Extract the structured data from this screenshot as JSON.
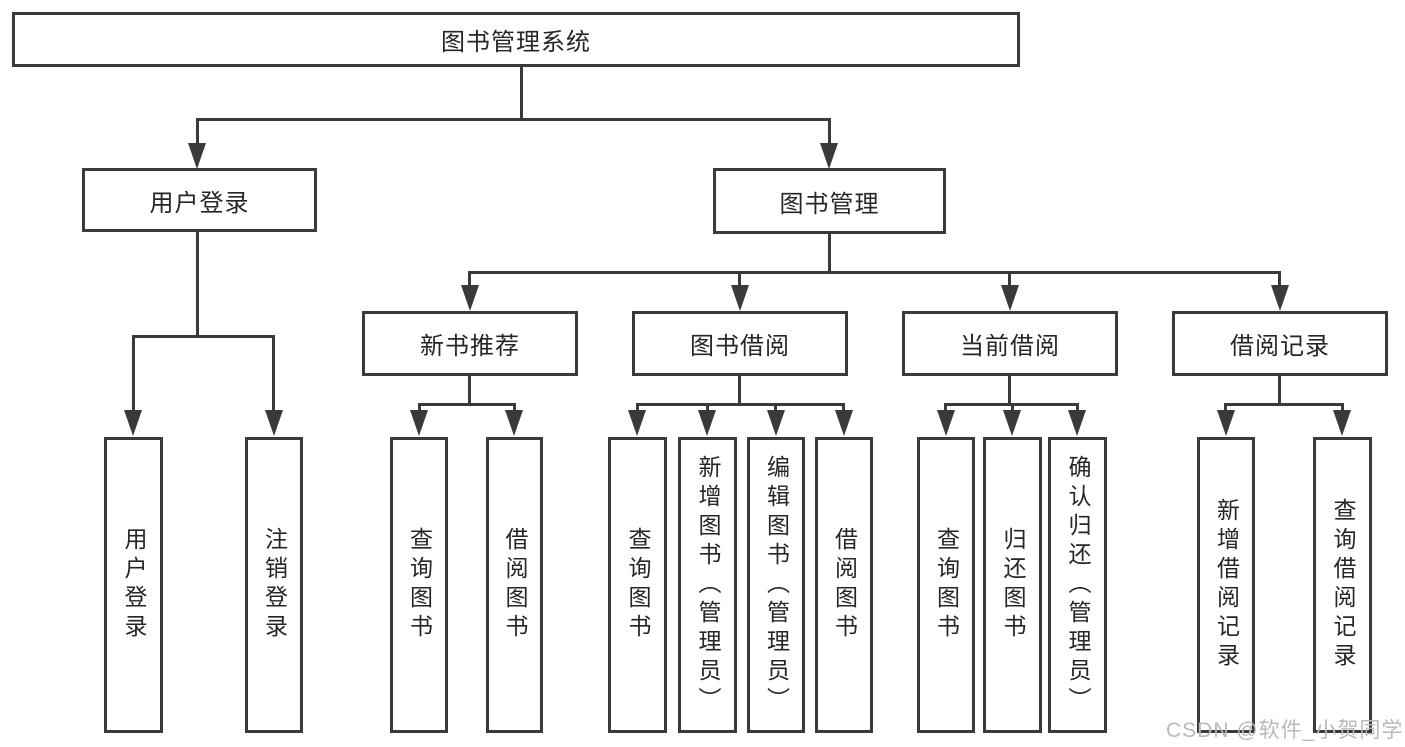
{
  "tree": {
    "root": {
      "label": "图书管理系统"
    },
    "level2": [
      {
        "label": "用户登录",
        "children": [
          {
            "label": "用户登录"
          },
          {
            "label": "注销登录"
          }
        ]
      },
      {
        "label": "图书管理",
        "children": [
          {
            "label": "新书推荐",
            "children": [
              {
                "label": "查询图书"
              },
              {
                "label": "借阅图书"
              }
            ]
          },
          {
            "label": "图书借阅",
            "children": [
              {
                "label": "查询图书"
              },
              {
                "label": "新增图书（管理员）"
              },
              {
                "label": "编辑图书（管理员）"
              },
              {
                "label": "借阅图书"
              }
            ]
          },
          {
            "label": "当前借阅",
            "children": [
              {
                "label": "查询图书"
              },
              {
                "label": "归还图书"
              },
              {
                "label": "确认归还（管理员）"
              }
            ]
          },
          {
            "label": "借阅记录",
            "children": [
              {
                "label": "新增借阅记录"
              },
              {
                "label": "查询借阅记录"
              }
            ]
          }
        ]
      }
    ]
  },
  "watermark": {
    "text": "CSDN @软件_小贺同学"
  },
  "colors": {
    "line": "#3a3a3a",
    "text": "#262626",
    "watermark": "#b9b9b9",
    "background": "#ffffff"
  }
}
